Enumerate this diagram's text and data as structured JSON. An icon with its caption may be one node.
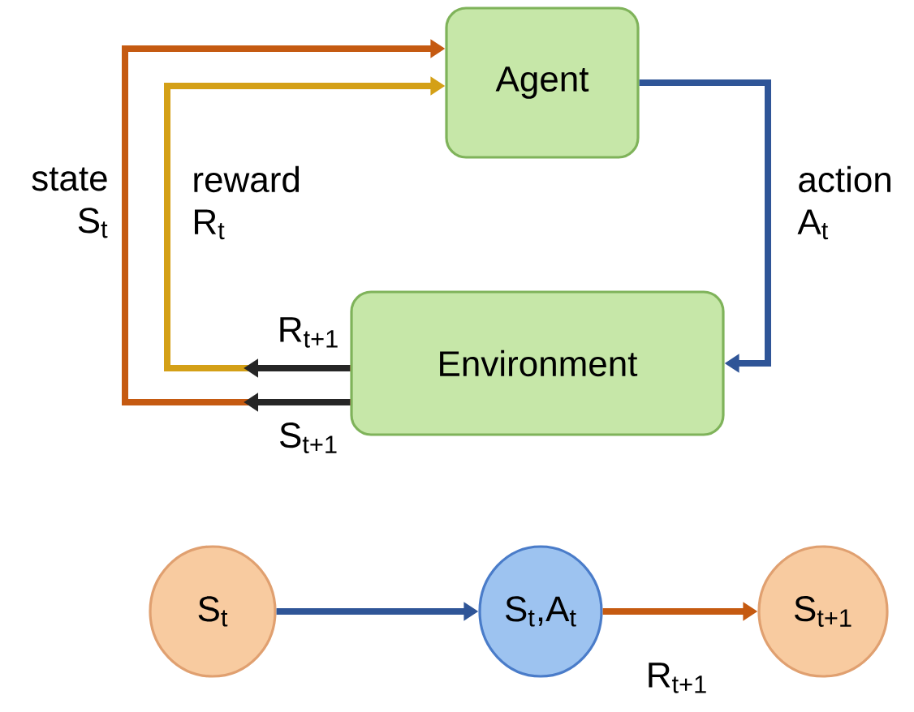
{
  "diagram": {
    "nodes": [
      {
        "text": [
          "Agent"
        ]
      },
      {
        "text": [
          "Environment"
        ]
      },
      {
        "text": [
          "S$_{t}$"
        ]
      },
      {
        "text": [
          "S$_{t}$,A$_{t}$"
        ]
      },
      {
        "text": [
          "S$_{t+1}$"
        ]
      }
    ],
    "edges": [
      {
        "from": 1,
        "to": 0,
        "arrow": "to",
        "label": "state S$_{t}$",
        "color": "#c55a11"
      },
      {
        "from": 1,
        "to": 0,
        "arrow": "to",
        "label": "reward R$_{t}$",
        "color": "#d4a017"
      },
      {
        "from": 0,
        "to": 1,
        "arrow": "to",
        "label": "action A$_{t}$",
        "color": "#2f5597"
      },
      {
        "from": 2,
        "to": 3,
        "arrow": "to",
        "color": "#2f5597"
      },
      {
        "from": 3,
        "to": 4,
        "arrow": "to",
        "label": "R$_{t+1}$",
        "color": "#c55a11"
      }
    ],
    "labels": [
      "R$_{t+1}$",
      "S$_{t+1}$"
    ]
  }
}
